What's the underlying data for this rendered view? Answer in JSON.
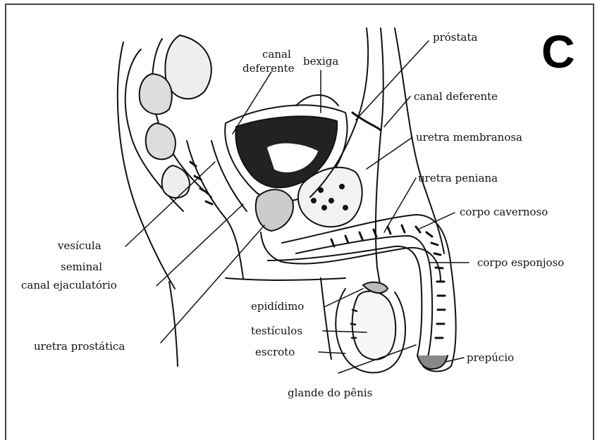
{
  "panel_letter": "C",
  "labels": {
    "prostata": "próstata",
    "canal_deferente_top_line1": "canal",
    "canal_deferente_top_line2": "deferente",
    "bexiga": "bexiga",
    "canal_deferente_right": "canal deferente",
    "uretra_membranosa": "uretra membranosa",
    "uretra_peniana": "uretra peniana",
    "corpo_cavernoso": "corpo cavernoso",
    "corpo_esponjoso": "corpo esponjoso",
    "vesicula_line1": "vesícula",
    "vesicula_line2": "seminal",
    "canal_ejaculatorio": "canal ejaculatório",
    "epididimo": "epidídimo",
    "testiculos": "testículos",
    "escroto": "escroto",
    "uretra_prostatica": "uretra prostática",
    "prepucio": "prepúcio",
    "glande": "glande do pênis"
  },
  "colors": {
    "ink": "#111111",
    "frame": "#444444"
  }
}
